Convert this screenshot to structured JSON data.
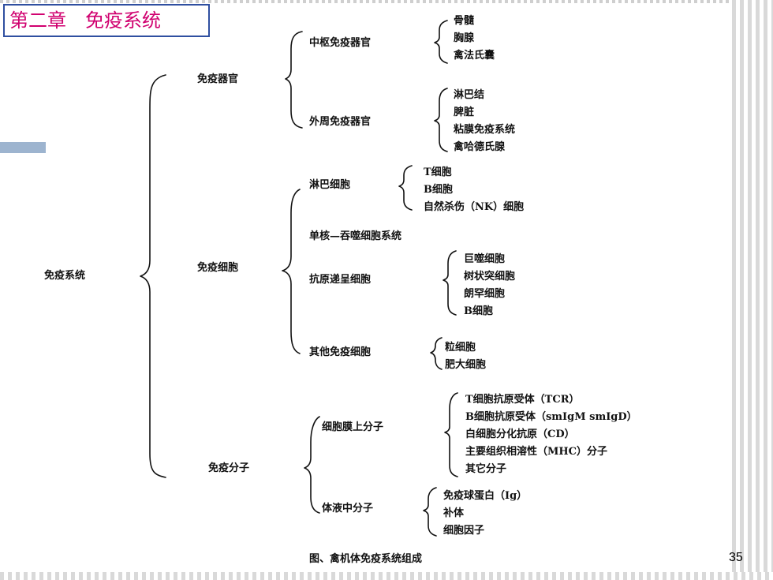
{
  "slide": {
    "title": "第二章　免疫系统",
    "page_number": "35"
  },
  "diagram": {
    "root": "免疫系统",
    "immune_organs": {
      "label": "免疫器官",
      "central": {
        "label": "中枢免疫器官",
        "items": [
          "骨髓",
          "胸腺",
          "禽法氏囊"
        ]
      },
      "peripheral": {
        "label": "外周免疫器官",
        "items": [
          "淋巴结",
          "脾脏",
          "粘膜免疫系统",
          "禽哈德氏腺"
        ]
      }
    },
    "immune_cells": {
      "label": "免疫细胞",
      "lymphocytes": {
        "label": "淋巴细胞",
        "items": [
          "T细胞",
          "B细胞",
          "自然杀伤（NK）细胞"
        ]
      },
      "mononuclear": {
        "label": "单核—吞噬细胞系统"
      },
      "apc": {
        "label": "抗原递呈细胞",
        "items": [
          "巨噬细胞",
          "树状突细胞",
          "朗罕细胞",
          "B细胞"
        ]
      },
      "other": {
        "label": "其他免疫细胞",
        "items": [
          "粒细胞",
          "肥大细胞"
        ]
      }
    },
    "immune_molecules": {
      "label": "免疫分子",
      "membrane": {
        "label": "细胞膜上分子",
        "items": [
          "T细胞抗原受体（TCR）",
          "B细胞抗原受体（smIgM  smIgD）",
          "白细胞分化抗原（CD）",
          "主要组织相溶性（MHC）分子",
          "其它分子"
        ]
      },
      "fluid": {
        "label": "体液中分子",
        "items": [
          "免疫球蛋白（Ig）",
          "补体",
          "细胞因子"
        ]
      }
    },
    "caption": "图、禽机体免疫系统组成"
  }
}
